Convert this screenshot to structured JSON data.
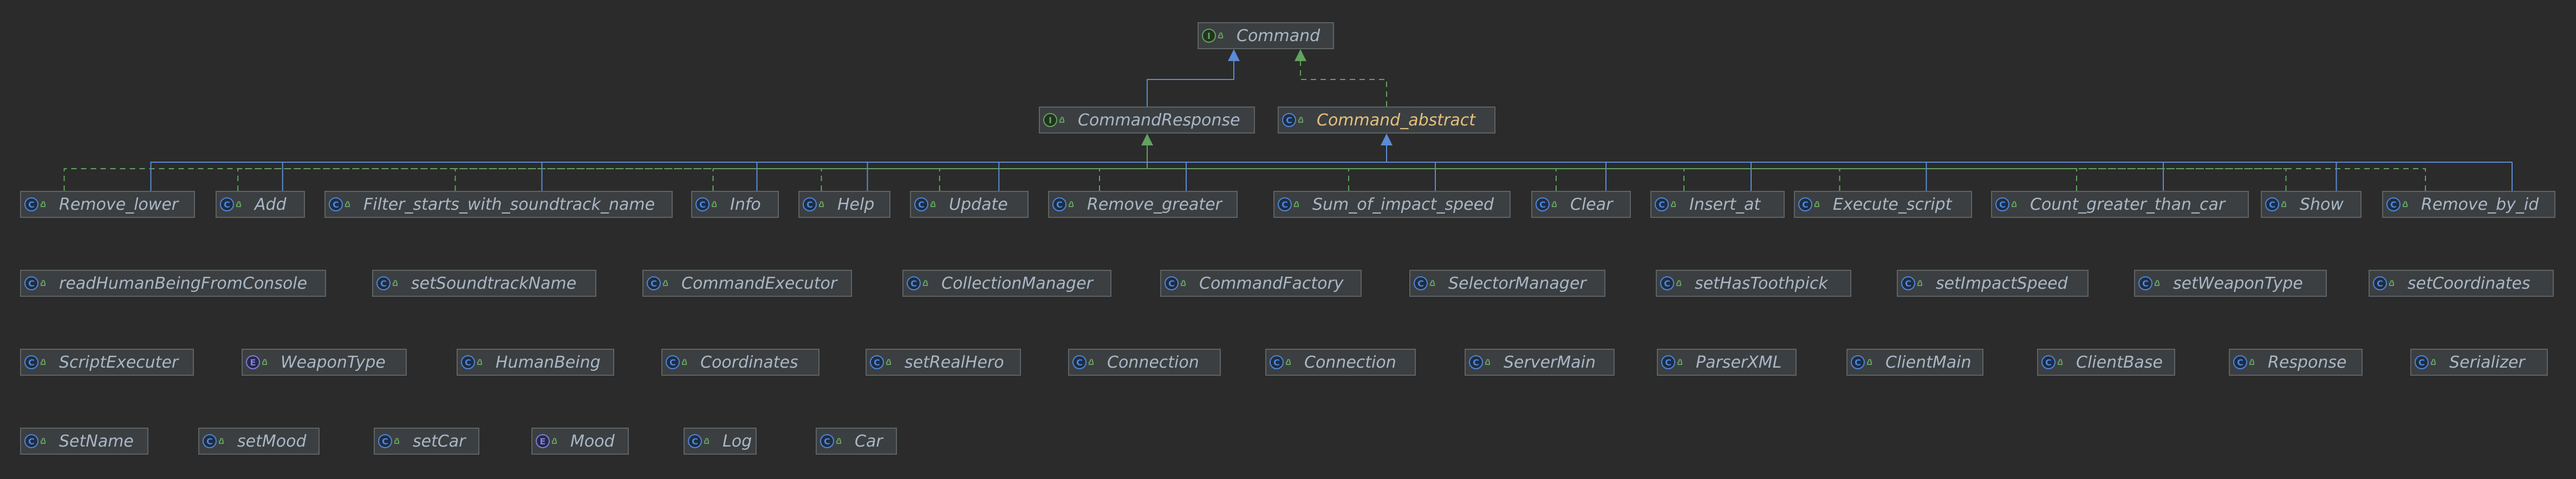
{
  "colors": {
    "background": "#2b2b2b",
    "node_fill": "#3c3f41",
    "node_border": "#5e6366",
    "class_icon": "#4e86d8",
    "interface_icon": "#62a35f",
    "enum_icon": "#7f7fd8",
    "label": "#a9b7c6",
    "abstract_label": "#e5c07b",
    "implements_edge": "#62a35f",
    "extends_edge": "#5b8bd6"
  },
  "nodes": [
    {
      "id": "command",
      "label": "Command",
      "kind": "interface",
      "kind_letter": "I"
    },
    {
      "id": "commandresponse",
      "label": "CommandResponse",
      "kind": "interface",
      "kind_letter": "I"
    },
    {
      "id": "command_abstract",
      "label": "Command_abstract",
      "kind": "abstract",
      "kind_letter": "C"
    },
    {
      "id": "remove_lower",
      "label": "Remove_lower",
      "kind": "class",
      "kind_letter": "C"
    },
    {
      "id": "add",
      "label": "Add",
      "kind": "class",
      "kind_letter": "C"
    },
    {
      "id": "filter_starts_with_soundtrack_name",
      "label": "Filter_starts_with_soundtrack_name",
      "kind": "class",
      "kind_letter": "C"
    },
    {
      "id": "info",
      "label": "Info",
      "kind": "class",
      "kind_letter": "C"
    },
    {
      "id": "help",
      "label": "Help",
      "kind": "class",
      "kind_letter": "C"
    },
    {
      "id": "update",
      "label": "Update",
      "kind": "class",
      "kind_letter": "C"
    },
    {
      "id": "remove_greater",
      "label": "Remove_greater",
      "kind": "class",
      "kind_letter": "C"
    },
    {
      "id": "sum_of_impact_speed",
      "label": "Sum_of_impact_speed",
      "kind": "class",
      "kind_letter": "C"
    },
    {
      "id": "clear",
      "label": "Clear",
      "kind": "class",
      "kind_letter": "C"
    },
    {
      "id": "insert_at",
      "label": "Insert_at",
      "kind": "class",
      "kind_letter": "C"
    },
    {
      "id": "execute_script",
      "label": "Execute_script",
      "kind": "class",
      "kind_letter": "C"
    },
    {
      "id": "count_greater_than_car",
      "label": "Count_greater_than_car",
      "kind": "class",
      "kind_letter": "C"
    },
    {
      "id": "show",
      "label": "Show",
      "kind": "class",
      "kind_letter": "C"
    },
    {
      "id": "remove_by_id",
      "label": "Remove_by_id",
      "kind": "class",
      "kind_letter": "C"
    },
    {
      "id": "readhumanbeingfromconsole",
      "label": "readHumanBeingFromConsole",
      "kind": "class",
      "kind_letter": "C"
    },
    {
      "id": "setsoundtrackname",
      "label": "setSoundtrackName",
      "kind": "class",
      "kind_letter": "C"
    },
    {
      "id": "commandexecutor",
      "label": "CommandExecutor",
      "kind": "class",
      "kind_letter": "C"
    },
    {
      "id": "collectionmanager",
      "label": "CollectionManager",
      "kind": "class",
      "kind_letter": "C"
    },
    {
      "id": "commandfactory",
      "label": "CommandFactory",
      "kind": "class",
      "kind_letter": "C"
    },
    {
      "id": "selectormanager",
      "label": "SelectorManager",
      "kind": "class",
      "kind_letter": "C"
    },
    {
      "id": "sethastoothpick",
      "label": "setHasToothpick",
      "kind": "class",
      "kind_letter": "C"
    },
    {
      "id": "setimpactspeed",
      "label": "setImpactSpeed",
      "kind": "class",
      "kind_letter": "C"
    },
    {
      "id": "setweapontype",
      "label": "setWeaponType",
      "kind": "class",
      "kind_letter": "C"
    },
    {
      "id": "setcoordinates",
      "label": "setCoordinates",
      "kind": "class",
      "kind_letter": "C"
    },
    {
      "id": "scriptexecuter",
      "label": "ScriptExecuter",
      "kind": "class",
      "kind_letter": "C"
    },
    {
      "id": "weapontype",
      "label": "WeaponType",
      "kind": "enum",
      "kind_letter": "E"
    },
    {
      "id": "humanbeing",
      "label": "HumanBeing",
      "kind": "class",
      "kind_letter": "C"
    },
    {
      "id": "coordinates",
      "label": "Coordinates",
      "kind": "class",
      "kind_letter": "C"
    },
    {
      "id": "setrealhero",
      "label": "setRealHero",
      "kind": "class",
      "kind_letter": "C"
    },
    {
      "id": "connection_1",
      "label": "Connection",
      "kind": "class",
      "kind_letter": "C"
    },
    {
      "id": "connection_2",
      "label": "Connection",
      "kind": "class",
      "kind_letter": "C"
    },
    {
      "id": "servermain",
      "label": "ServerMain",
      "kind": "class",
      "kind_letter": "C"
    },
    {
      "id": "parserxml",
      "label": "ParserXML",
      "kind": "class",
      "kind_letter": "C"
    },
    {
      "id": "clientmain",
      "label": "ClientMain",
      "kind": "class",
      "kind_letter": "C"
    },
    {
      "id": "clientbase",
      "label": "ClientBase",
      "kind": "class",
      "kind_letter": "C"
    },
    {
      "id": "response",
      "label": "Response",
      "kind": "class",
      "kind_letter": "C"
    },
    {
      "id": "serializer",
      "label": "Serializer",
      "kind": "class",
      "kind_letter": "C"
    },
    {
      "id": "setname",
      "label": "SetName",
      "kind": "class",
      "kind_letter": "C"
    },
    {
      "id": "setmood",
      "label": "setMood",
      "kind": "class",
      "kind_letter": "C"
    },
    {
      "id": "setcar",
      "label": "setCar",
      "kind": "class",
      "kind_letter": "C"
    },
    {
      "id": "mood",
      "label": "Mood",
      "kind": "enum",
      "kind_letter": "E"
    },
    {
      "id": "log",
      "label": "Log",
      "kind": "class",
      "kind_letter": "C"
    },
    {
      "id": "car",
      "label": "Car",
      "kind": "class",
      "kind_letter": "C"
    }
  ],
  "edges": [
    {
      "from": "commandresponse",
      "to": "command",
      "type": "extends"
    },
    {
      "from": "command_abstract",
      "to": "command",
      "type": "implements"
    },
    {
      "from": "remove_lower",
      "to": "commandresponse",
      "type": "implements"
    },
    {
      "from": "add",
      "to": "commandresponse",
      "type": "implements"
    },
    {
      "from": "filter_starts_with_soundtrack_name",
      "to": "commandresponse",
      "type": "implements"
    },
    {
      "from": "info",
      "to": "commandresponse",
      "type": "implements"
    },
    {
      "from": "help",
      "to": "commandresponse",
      "type": "implements"
    },
    {
      "from": "update",
      "to": "commandresponse",
      "type": "implements"
    },
    {
      "from": "remove_greater",
      "to": "commandresponse",
      "type": "implements"
    },
    {
      "from": "sum_of_impact_speed",
      "to": "commandresponse",
      "type": "implements"
    },
    {
      "from": "clear",
      "to": "commandresponse",
      "type": "implements"
    },
    {
      "from": "insert_at",
      "to": "commandresponse",
      "type": "implements"
    },
    {
      "from": "execute_script",
      "to": "commandresponse",
      "type": "implements"
    },
    {
      "from": "count_greater_than_car",
      "to": "commandresponse",
      "type": "implements"
    },
    {
      "from": "show",
      "to": "commandresponse",
      "type": "implements"
    },
    {
      "from": "remove_by_id",
      "to": "commandresponse",
      "type": "implements"
    },
    {
      "from": "remove_lower",
      "to": "command_abstract",
      "type": "extends"
    },
    {
      "from": "add",
      "to": "command_abstract",
      "type": "extends"
    },
    {
      "from": "filter_starts_with_soundtrack_name",
      "to": "command_abstract",
      "type": "extends"
    },
    {
      "from": "info",
      "to": "command_abstract",
      "type": "extends"
    },
    {
      "from": "help",
      "to": "command_abstract",
      "type": "extends"
    },
    {
      "from": "update",
      "to": "command_abstract",
      "type": "extends"
    },
    {
      "from": "remove_greater",
      "to": "command_abstract",
      "type": "extends"
    },
    {
      "from": "sum_of_impact_speed",
      "to": "command_abstract",
      "type": "extends"
    },
    {
      "from": "clear",
      "to": "command_abstract",
      "type": "extends"
    },
    {
      "from": "insert_at",
      "to": "command_abstract",
      "type": "extends"
    },
    {
      "from": "execute_script",
      "to": "command_abstract",
      "type": "extends"
    },
    {
      "from": "count_greater_than_car",
      "to": "command_abstract",
      "type": "extends"
    },
    {
      "from": "show",
      "to": "command_abstract",
      "type": "extends"
    },
    {
      "from": "remove_by_id",
      "to": "command_abstract",
      "type": "extends"
    }
  ]
}
